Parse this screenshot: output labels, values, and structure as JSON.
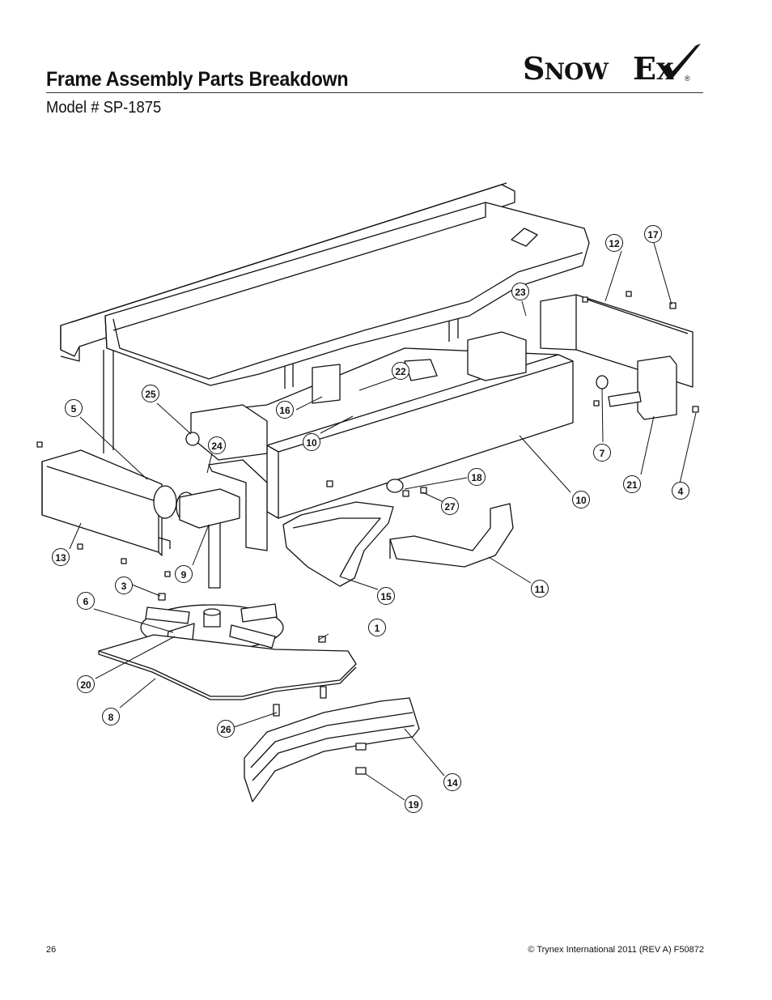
{
  "header": {
    "title": "Frame Assembly Parts Breakdown",
    "model": "Model # SP-1875"
  },
  "logo": {
    "brand": "SnowEx",
    "registered_mark": "®"
  },
  "callouts": [
    {
      "id": "c1",
      "label": "1"
    },
    {
      "id": "c3",
      "label": "3"
    },
    {
      "id": "c4",
      "label": "4"
    },
    {
      "id": "c5",
      "label": "5"
    },
    {
      "id": "c6",
      "label": "6"
    },
    {
      "id": "c7",
      "label": "7"
    },
    {
      "id": "c8",
      "label": "8"
    },
    {
      "id": "c9",
      "label": "9"
    },
    {
      "id": "c10a",
      "label": "10"
    },
    {
      "id": "c10b",
      "label": "10"
    },
    {
      "id": "c11",
      "label": "11"
    },
    {
      "id": "c12",
      "label": "12"
    },
    {
      "id": "c13",
      "label": "13"
    },
    {
      "id": "c14",
      "label": "14"
    },
    {
      "id": "c15",
      "label": "15"
    },
    {
      "id": "c16",
      "label": "16"
    },
    {
      "id": "c17",
      "label": "17"
    },
    {
      "id": "c18",
      "label": "18"
    },
    {
      "id": "c19",
      "label": "19"
    },
    {
      "id": "c20",
      "label": "20"
    },
    {
      "id": "c21",
      "label": "21"
    },
    {
      "id": "c22",
      "label": "22"
    },
    {
      "id": "c23",
      "label": "23"
    },
    {
      "id": "c24",
      "label": "24"
    },
    {
      "id": "c25",
      "label": "25"
    },
    {
      "id": "c26",
      "label": "26"
    },
    {
      "id": "c27",
      "label": "27"
    }
  ],
  "footer": {
    "page_number": "26",
    "copyright": "© Trynex International 2011  (REV A) F50872"
  }
}
